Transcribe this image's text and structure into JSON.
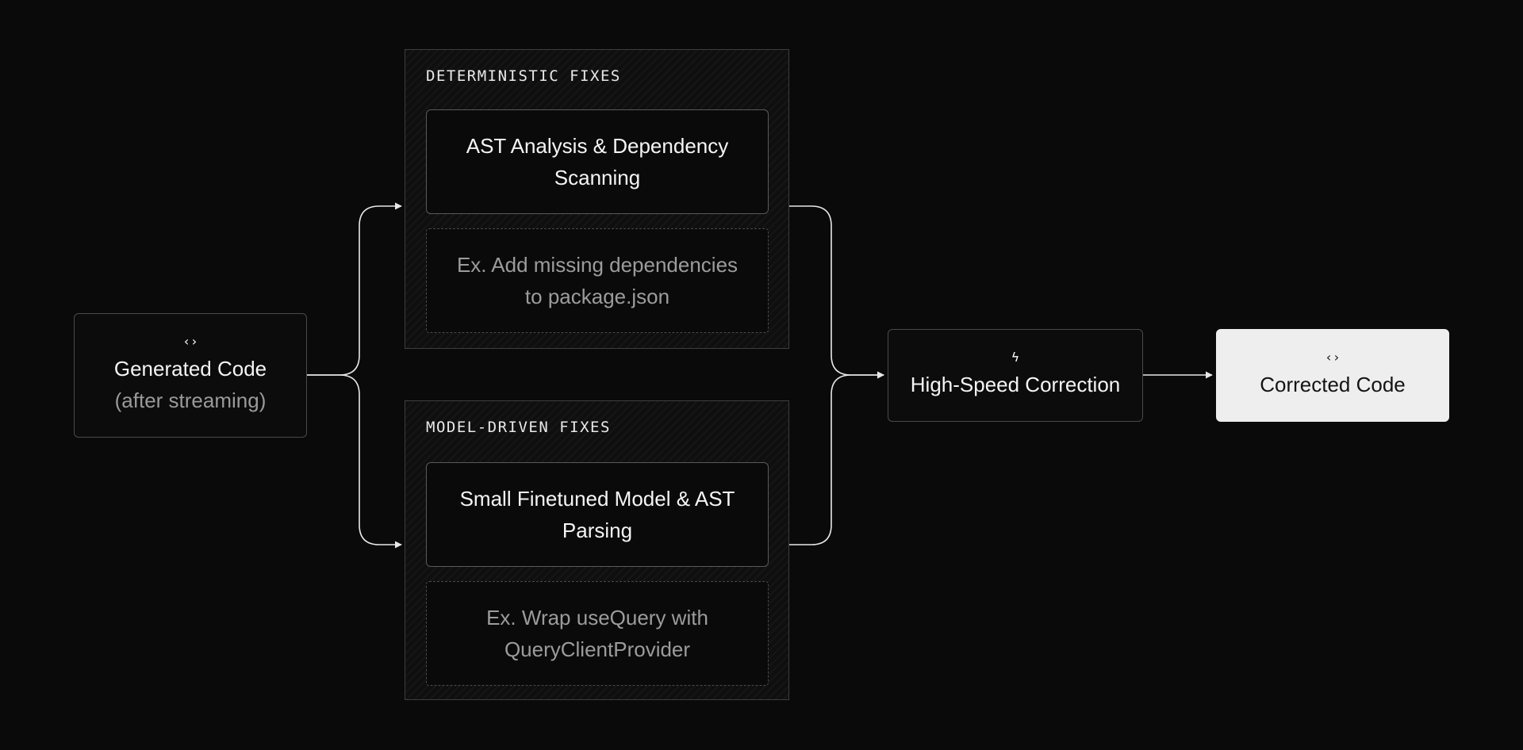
{
  "source": {
    "icon": "code-brackets-icon",
    "icon_glyph": "‹›",
    "title": "Generated Code",
    "subtitle": "(after streaming)"
  },
  "groups": [
    {
      "title": "DETERMINISTIC FIXES",
      "step": "AST Analysis & Dependency Scanning",
      "example": "Ex. Add missing dependencies to package.json"
    },
    {
      "title": "MODEL-DRIVEN FIXES",
      "step": "Small Finetuned Model & AST Parsing",
      "example": "Ex. Wrap useQuery with QueryClientProvider"
    }
  ],
  "correction": {
    "icon": "lightning-bolt-icon",
    "icon_glyph": "ϟ",
    "title": "High-Speed Correction"
  },
  "result": {
    "icon": "code-brackets-icon",
    "icon_glyph": "‹›",
    "title": "Corrected Code"
  },
  "colors": {
    "background": "#0a0a0a",
    "connector": "#e8e8e8",
    "result_fill": "#eeeeee"
  }
}
